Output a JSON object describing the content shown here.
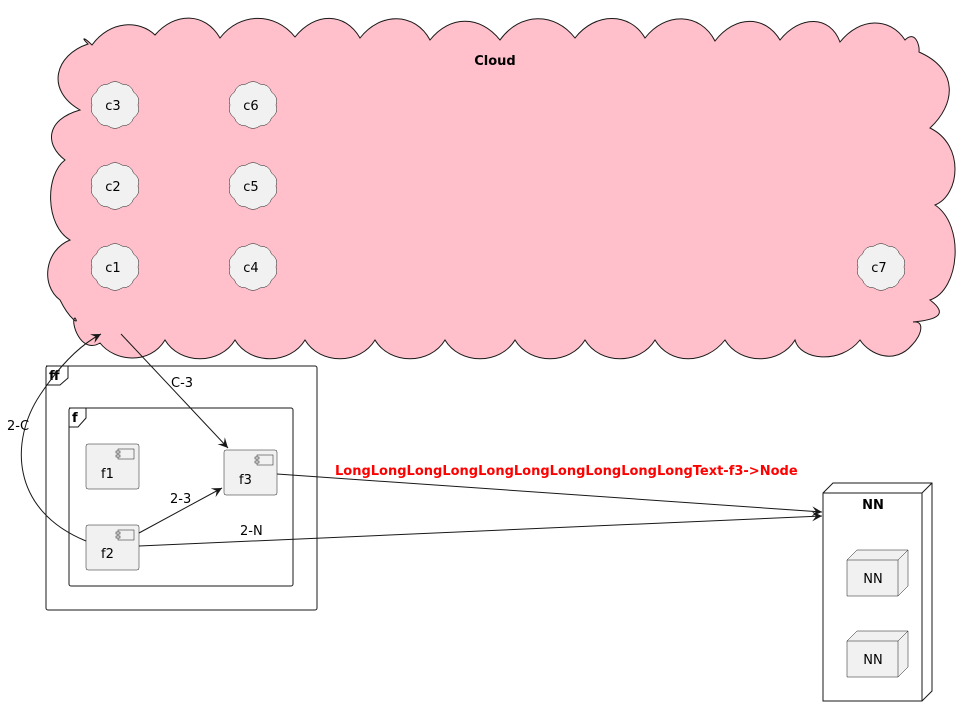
{
  "diagram": {
    "type": "deployment",
    "colors": {
      "cloud_fill": "#FFC0CB",
      "element_fill": "#F1F1F1",
      "line": "#181818",
      "highlight_label": "#FF0000"
    },
    "cloud": {
      "title": "Cloud",
      "children": [
        {
          "id": "c1",
          "label": "c1"
        },
        {
          "id": "c2",
          "label": "c2"
        },
        {
          "id": "c3",
          "label": "c3"
        },
        {
          "id": "c4",
          "label": "c4"
        },
        {
          "id": "c5",
          "label": "c5"
        },
        {
          "id": "c6",
          "label": "c6"
        },
        {
          "id": "c7",
          "label": "c7"
        }
      ]
    },
    "frame_ff": {
      "title": "ff",
      "frame_f": {
        "title": "f",
        "components": [
          {
            "id": "f1",
            "label": "f1"
          },
          {
            "id": "f2",
            "label": "f2"
          },
          {
            "id": "f3",
            "label": "f3"
          }
        ]
      }
    },
    "node_nn": {
      "title": "NN",
      "children": [
        {
          "label": "NN"
        },
        {
          "label": "NN"
        }
      ]
    },
    "edges": [
      {
        "from": "Cloud",
        "to": "f3",
        "label": "C-3"
      },
      {
        "from": "f2",
        "to": "Cloud",
        "label": "2-C"
      },
      {
        "from": "f2",
        "to": "f3",
        "label": "2-3"
      },
      {
        "from": "f3",
        "to": "NN",
        "label": "LongLongLongLongLongLongLongLongLongLongText-f3->Node"
      },
      {
        "from": "f2",
        "to": "NN",
        "label": "2-N"
      }
    ]
  }
}
